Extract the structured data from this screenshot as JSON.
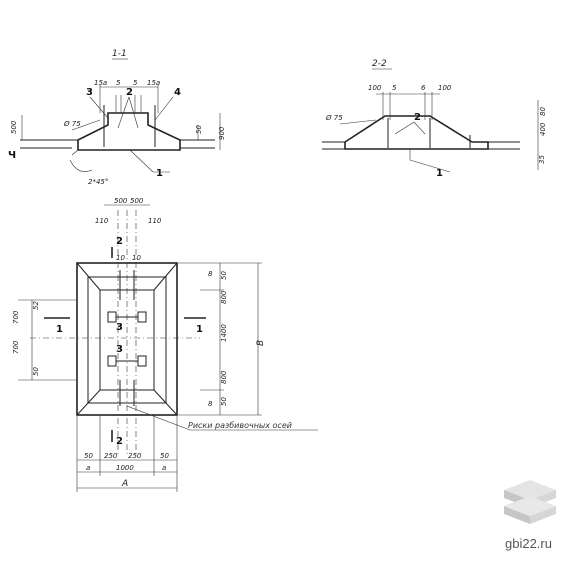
{
  "section_1": {
    "title": "1-1",
    "dims": {
      "d_15a_l": "15а",
      "d_5_l": "5",
      "d_5_r": "5",
      "d_15a_r": "15а",
      "d_500": "500",
      "d_50": "50",
      "d_900": "900",
      "d_phi75": "Ø 75",
      "d_chamfer": "2*45°"
    },
    "callouts": {
      "c3": "3",
      "c2": "2",
      "c4": "4",
      "c1": "1"
    }
  },
  "section_2": {
    "title": "2-2",
    "dims": {
      "d_100_l": "100",
      "d_5": "5",
      "d_6": "6",
      "d_100_r": "100",
      "d_phi75": "Ø 75",
      "d_80": "80",
      "d_400": "400",
      "d_35": "35"
    },
    "callouts": {
      "c2": "2",
      "c1": "1"
    }
  },
  "plan": {
    "top_dims": {
      "d_500_l": "500",
      "d_500_r": "500",
      "d_110_l": "110",
      "d_110_r": "110",
      "d_10_l": "10",
      "d_10_r": "10"
    },
    "left_dims": {
      "d_52": "52",
      "d_700_top": "700",
      "d_700_bot": "700",
      "d_50": "50"
    },
    "right_dims": {
      "d_50_top": "50",
      "d_800_top": "800",
      "d_1400": "1400",
      "d_800_bot": "800",
      "d_50_bot": "50",
      "d_B": "В",
      "d_8_top": "8",
      "d_8_bot": "8"
    },
    "bottom_dims": {
      "d_50_l": "50",
      "d_250_l": "250",
      "d_250_r": "250",
      "d_50_r": "50",
      "d_a_l": "а",
      "d_1000": "1000",
      "d_a_r": "а",
      "d_A": "А"
    },
    "marks": {
      "m2_top": "2",
      "m2_bot": "2",
      "m1_left": "1",
      "m1_right": "1",
      "m3_top": "3",
      "m3_bot": "3"
    },
    "note": "Риски разбивочных осей"
  },
  "watermark": {
    "site": "gbi22.ru",
    "logo_icon": "stacked-slabs-icon"
  }
}
